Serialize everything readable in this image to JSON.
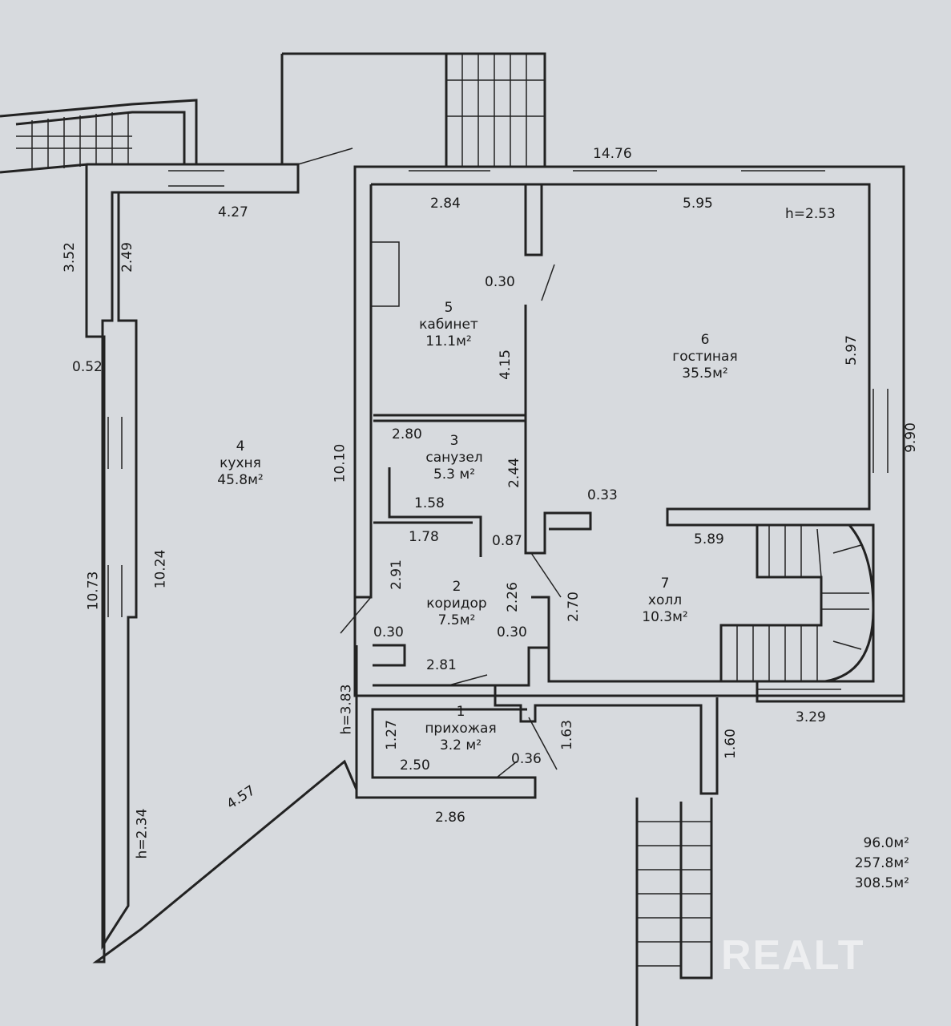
{
  "colors": {
    "wall": "#222222",
    "paper": "#d7dade",
    "watermark": "#ffffff"
  },
  "rooms": [
    {
      "num": "1",
      "name": "прихожая",
      "area": "3.2 м²"
    },
    {
      "num": "2",
      "name": "коридор",
      "area": "7.5м²"
    },
    {
      "num": "3",
      "name": "санузел",
      "area": "5.3  м²"
    },
    {
      "num": "4",
      "name": "кухня",
      "area": "45.8м²"
    },
    {
      "num": "5",
      "name": "кабинет",
      "area": "11.1м²"
    },
    {
      "num": "6",
      "name": "гостиная",
      "area": "35.5м²"
    },
    {
      "num": "7",
      "name": "холл",
      "area": "10.3м²"
    }
  ],
  "dimensions": {
    "d1476": "14.76",
    "d427": "4.27",
    "d284": "2.84",
    "d595": "5.95",
    "h253": "h=2.53",
    "d352": "3.52",
    "d249": "2.49",
    "d052": "0.52",
    "d1073": "10.73",
    "d1024": "10.24",
    "d1010": "10.10",
    "d030a": "0.30",
    "d415": "4.15",
    "d597": "5.97",
    "d990": "9.90",
    "d280": "2.80",
    "d244": "2.44",
    "d158": "1.58",
    "d178": "1.78",
    "d087": "0.87",
    "d033": "0.33",
    "d589": "5.89",
    "d291": "2.91",
    "d226": "2.26",
    "d270": "2.70",
    "d030b": "0.30",
    "d030c": "0.30",
    "d281": "2.81",
    "h383": "h=3.83",
    "d127": "1.27",
    "d250": "2.50",
    "d036": "0.36",
    "d163": "1.63",
    "d160": "1.60",
    "d329": "3.29",
    "d457": "4.57",
    "d286": "2.86",
    "h234": "h=2.34"
  },
  "totals": [
    "96.0м²",
    "257.8м²",
    "308.5м²"
  ],
  "watermark": "REALT"
}
